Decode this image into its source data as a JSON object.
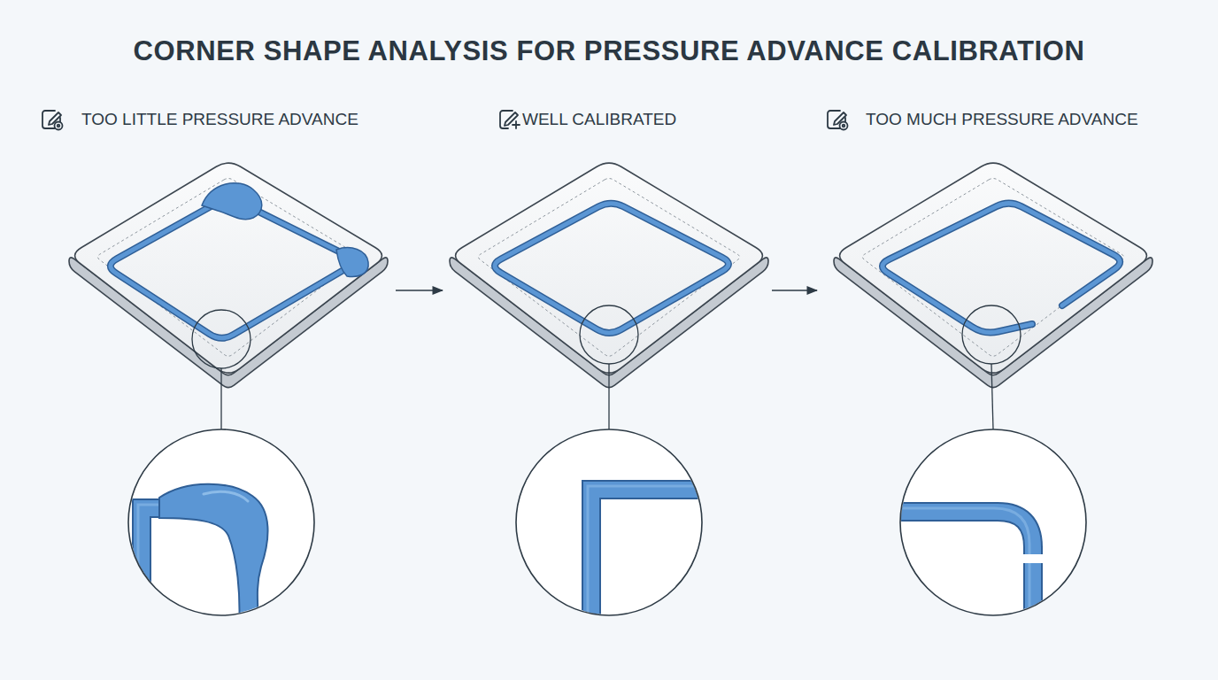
{
  "diagram": {
    "title": "CORNER SHAPE ANALYSIS FOR PRESSURE ADVANCE CALIBRATION",
    "nodes": [
      {
        "text": [
          "TOO LITTLE PRESSURE ADVANCE"
        ]
      },
      {
        "text": [
          "WELL CALIBRATED"
        ]
      },
      {
        "text": [
          "TOO MUCH PRESSURE ADVANCE"
        ]
      }
    ],
    "edges": [
      {
        "from": 0,
        "to": 1,
        "arrow": "to"
      },
      {
        "from": 1,
        "to": 2,
        "arrow": "to"
      }
    ]
  }
}
